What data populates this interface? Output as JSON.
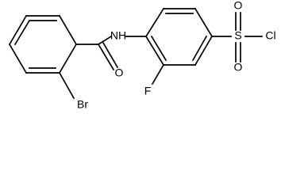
{
  "molecule": {
    "atoms": {
      "br": "Br",
      "o_carbonyl": "O",
      "nh": "NH",
      "f": "F",
      "s": "S",
      "o_top": "O",
      "o_bottom": "O",
      "cl": "Cl"
    }
  }
}
